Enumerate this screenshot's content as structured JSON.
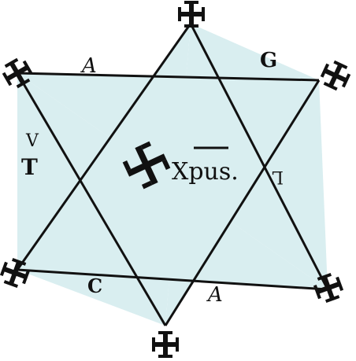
{
  "colors": {
    "fill": "#d9eef0",
    "ink": "#111111",
    "background": "#ffffff"
  },
  "labels": {
    "top_left": "A",
    "top_right": "G",
    "left_upper": "V",
    "left_lower": "T",
    "right_middle": "L",
    "bottom_left": "C",
    "bottom_right": "A",
    "center_text": "Xpus."
  },
  "icons": {
    "vertex": "cross-potent-icon",
    "center": "hooked-cross-icon"
  }
}
